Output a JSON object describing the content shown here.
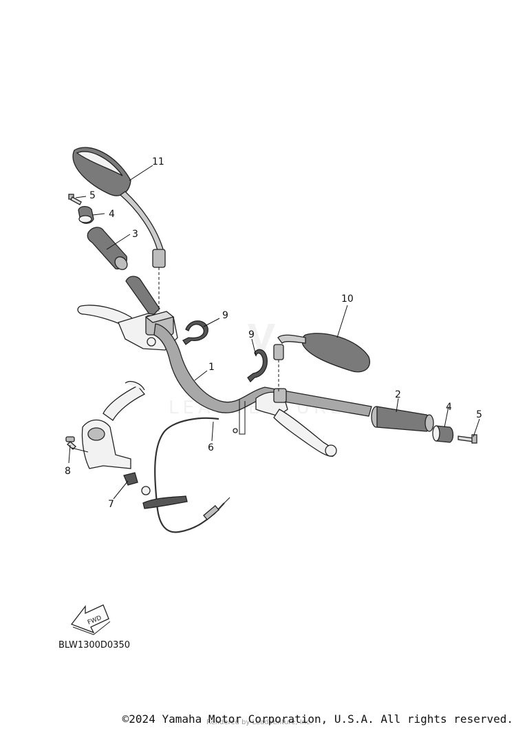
{
  "diagram_code": "BLW1300D0350",
  "copyright": "©2024 Yamaha Motor Corporation, U.S.A. All rights reserved.",
  "watermark_credit": "Rendered by LeadVenture, Inc.",
  "watermark_logo_text": "LEADVENTURE",
  "fwd_label": "FWD",
  "callouts": {
    "c1": "1",
    "c2": "2",
    "c3": "3",
    "c4a": "4",
    "c4b": "4",
    "c5a": "5",
    "c5b": "5",
    "c6": "6",
    "c7": "7",
    "c8": "8",
    "c9a": "9",
    "c9b": "9",
    "c10": "10",
    "c11": "11"
  }
}
